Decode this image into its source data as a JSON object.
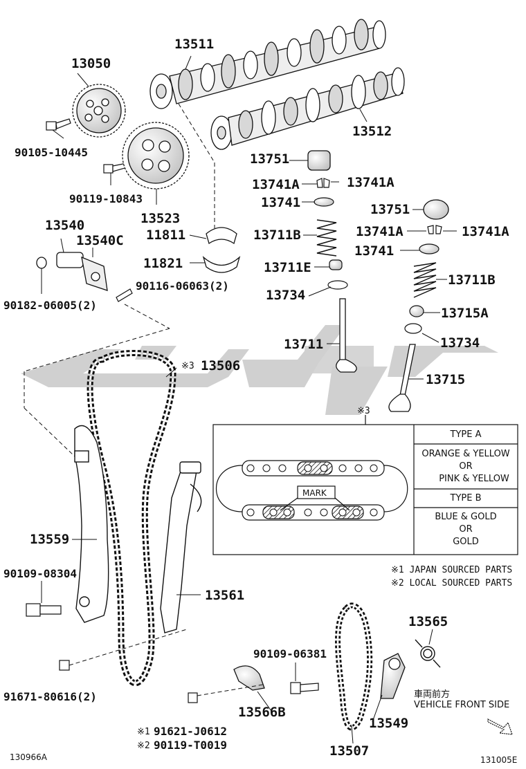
{
  "parts": {
    "p13511": "13511",
    "p13050": "13050",
    "p13512": "13512",
    "p90105": "90105-10445",
    "p13751a": "13751",
    "p90119": "90119-10843",
    "p13741Aa": "13741A",
    "p13741Ab": "13741A",
    "p13741a": "13741",
    "p13523": "13523",
    "p13751b": "13751",
    "p13540": "13540",
    "p11811": "11811",
    "p13711Ba": "13711B",
    "p13741Ac": "13741A",
    "p13741Ad": "13741A",
    "p13540C": "13540C",
    "p13741b": "13741",
    "p11821": "11821",
    "p13711E": "13711E",
    "p13711Bb": "13711B",
    "p90116": "90116-06063(2)",
    "p13734a": "13734",
    "p90182": "90182-06005(2)",
    "p13715A": "13715A",
    "p13711": "13711",
    "p13734b": "13734",
    "p13506": "13506",
    "p13715": "13715",
    "p13559": "13559",
    "p90109a": "90109-08304",
    "p13561": "13561",
    "p13565": "13565",
    "p90109b": "90109-06381",
    "p91671": "91671-80616(2)",
    "p13566B": "13566B",
    "p13549": "13549",
    "p91621": "91621-J0612",
    "p90119T": "90119-T0019",
    "p13507": "13507"
  },
  "marks": {
    "m1": "※1",
    "m2": "※2",
    "m3a": "※3",
    "m3b": "※3"
  },
  "notes": {
    "japan": "※1 JAPAN SOURCED PARTS",
    "local": "※2 LOCAL SOURCED PARTS"
  },
  "chain_table": {
    "type_a": "TYPE A",
    "type_a_line1": "ORANGE & YELLOW",
    "type_a_line2": "OR",
    "type_a_line3": "PINK & YELLOW",
    "type_b": "TYPE B",
    "type_b_line1": "BLUE & GOLD",
    "type_b_line2": "OR",
    "type_b_line3": "GOLD",
    "mark_label": "MARK"
  },
  "direction": {
    "jp": "車両前方",
    "en": "VEHICLE FRONT SIDE"
  },
  "codes": {
    "left": "130966A",
    "right": "131005E"
  },
  "watermark_color": "#c8c8c8"
}
